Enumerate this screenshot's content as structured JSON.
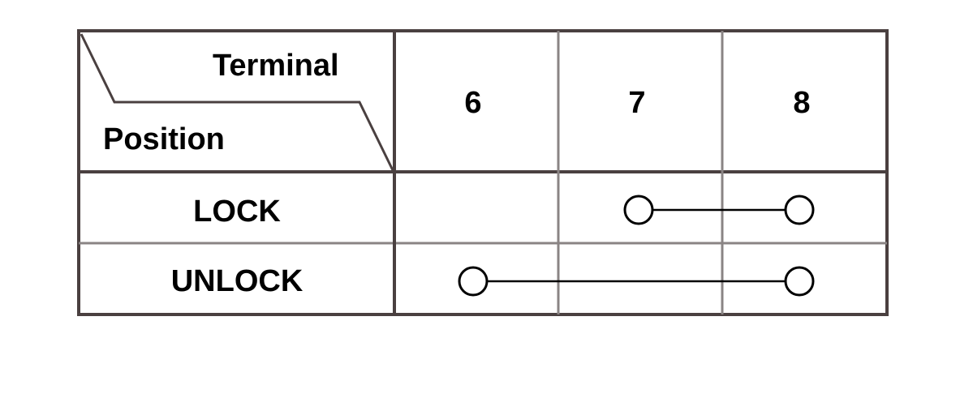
{
  "table": {
    "corner": {
      "column_header_label": "Terminal",
      "row_header_label": "Position"
    },
    "columns": [
      {
        "label": "6"
      },
      {
        "label": "7"
      },
      {
        "label": "8"
      }
    ],
    "rows": [
      {
        "label": "LOCK",
        "connection": [
          "7",
          "8"
        ]
      },
      {
        "label": "UNLOCK",
        "connection": [
          "6",
          "8"
        ]
      }
    ]
  },
  "colors": {
    "outer_border": "#4a4040",
    "inner_divider": "#8a8484",
    "connector": "#000000",
    "text": "#000000"
  }
}
